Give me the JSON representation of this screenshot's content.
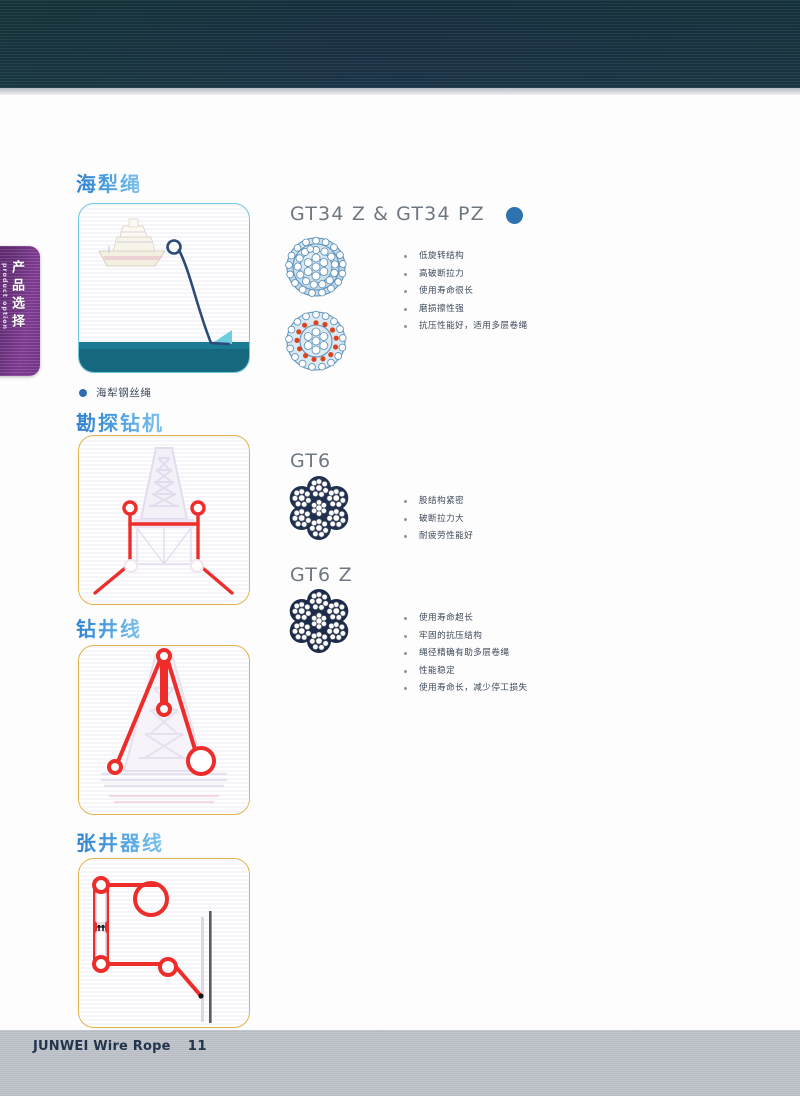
{
  "page": {
    "footer_brand": "JUNWEI Wire Rope",
    "page_number": "11"
  },
  "side_tab": {
    "cn_label": "产品选择",
    "en_label": "product option",
    "color": "#6d3380"
  },
  "sections": [
    {
      "heading": "海犁绳",
      "caption_dot": "blue-dot-icon",
      "caption": "海犁钢丝绳",
      "illustration": "sea-plough-boat-illustration",
      "card_border": "#6ec6e4"
    },
    {
      "heading": "勘探钻机",
      "illustration": "exploration-drilling-rig-illustration",
      "card_border": "#e3b44a"
    },
    {
      "heading": "钻井线",
      "illustration": "drilling-line-derrick-illustration",
      "card_border": "#e3b44a"
    },
    {
      "heading": "张井器线",
      "illustration": "well-tensioner-line-illustration",
      "card_border": "#e3b44a"
    }
  ],
  "products": [
    {
      "title_part1": "GT34 Z",
      "title_amp": "&",
      "title_part2": "GT34 PZ",
      "dot_color": "#2f72b0",
      "rope_images": [
        "rope-cross-section-gt34z",
        "rope-cross-section-gt34pz"
      ],
      "features": [
        "低旋转结构",
        "高破断拉力",
        "使用寿命很长",
        "磨损擦性强",
        "抗压性能好，适用多层卷绳"
      ]
    },
    {
      "title_part1": "GT6",
      "rope_images": [
        "rope-cross-section-gt6"
      ],
      "features": [
        "股结构紧密",
        "破断拉力大",
        "耐疲劳性能好"
      ]
    },
    {
      "title_part1": "GT6 Z",
      "rope_images": [
        "rope-cross-section-gt6z"
      ],
      "features": [
        "使用寿命超长",
        "牢固的抗压结构",
        "绳径精确有助多层卷绳",
        "性能稳定",
        "使用寿命长，减少停工损失"
      ]
    }
  ],
  "colors": {
    "top_band": "#1b3446",
    "bottom_strip": "#bcc0c7",
    "heading_blue": "#4a9ede",
    "rig_red": "#ee2d2b",
    "sea_navy": "#2d4f7a",
    "water": "#156b80"
  }
}
